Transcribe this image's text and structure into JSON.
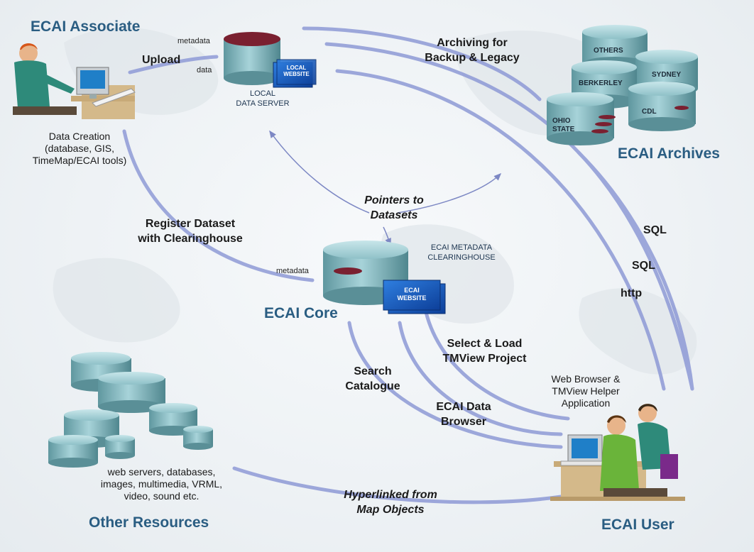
{
  "associate": {
    "title": "ECAI Associate",
    "upload": "Upload",
    "metadata": "metadata",
    "data": "data",
    "description_lines": [
      "Data Creation",
      "(database, GIS,",
      "TimeMap/ECAI tools)"
    ]
  },
  "local_server": {
    "label_lines": [
      "LOCAL",
      "DATA SERVER"
    ],
    "website_lines": [
      "LOCAL",
      "WEBSITE"
    ]
  },
  "archiving": {
    "lines": [
      "Archiving for",
      "Backup & Legacy"
    ]
  },
  "archives": {
    "title": "ECAI Archives",
    "others": "OTHERS",
    "sydney": "SYDNEY",
    "berkerley": "BERKERLEY",
    "cdl": "CDL",
    "ohio_lines": [
      "OHIO",
      "STATE"
    ]
  },
  "pointers": {
    "lines": [
      "Pointers to",
      "Datasets"
    ]
  },
  "register": {
    "lines": [
      "Register Dataset",
      "with Clearinghouse"
    ]
  },
  "core": {
    "title": "ECAI Core",
    "metadata": "metadata",
    "clearinghouse_lines": [
      "ECAI METADATA",
      "CLEARINGHOUSE"
    ],
    "website_lines": [
      "ECAI",
      "WEBSITE"
    ]
  },
  "protocols": {
    "sql_1": "SQL",
    "sql_2": "SQL",
    "http": "http"
  },
  "select_load": {
    "lines": [
      "Select & Load",
      "TMView Project"
    ]
  },
  "search": {
    "lines": [
      "Search",
      "Catalogue"
    ]
  },
  "browser": {
    "lines": [
      "ECAI Data",
      "Browser"
    ]
  },
  "user": {
    "title": "ECAI User",
    "helper_lines": [
      "Web Browser &",
      "TMView Helper",
      "Application"
    ]
  },
  "other_resources": {
    "title": "Other Resources",
    "description_lines": [
      "web servers, databases,",
      "images, multimedia, VRML,",
      "video, sound etc."
    ]
  },
  "hyperlinked": {
    "lines": [
      "Hyperlinked from",
      "Map Objects"
    ]
  },
  "colors": {
    "title_blue": "#2a5d82",
    "connector": "#8e9ad6",
    "cylinder": "#7fb3bd"
  }
}
